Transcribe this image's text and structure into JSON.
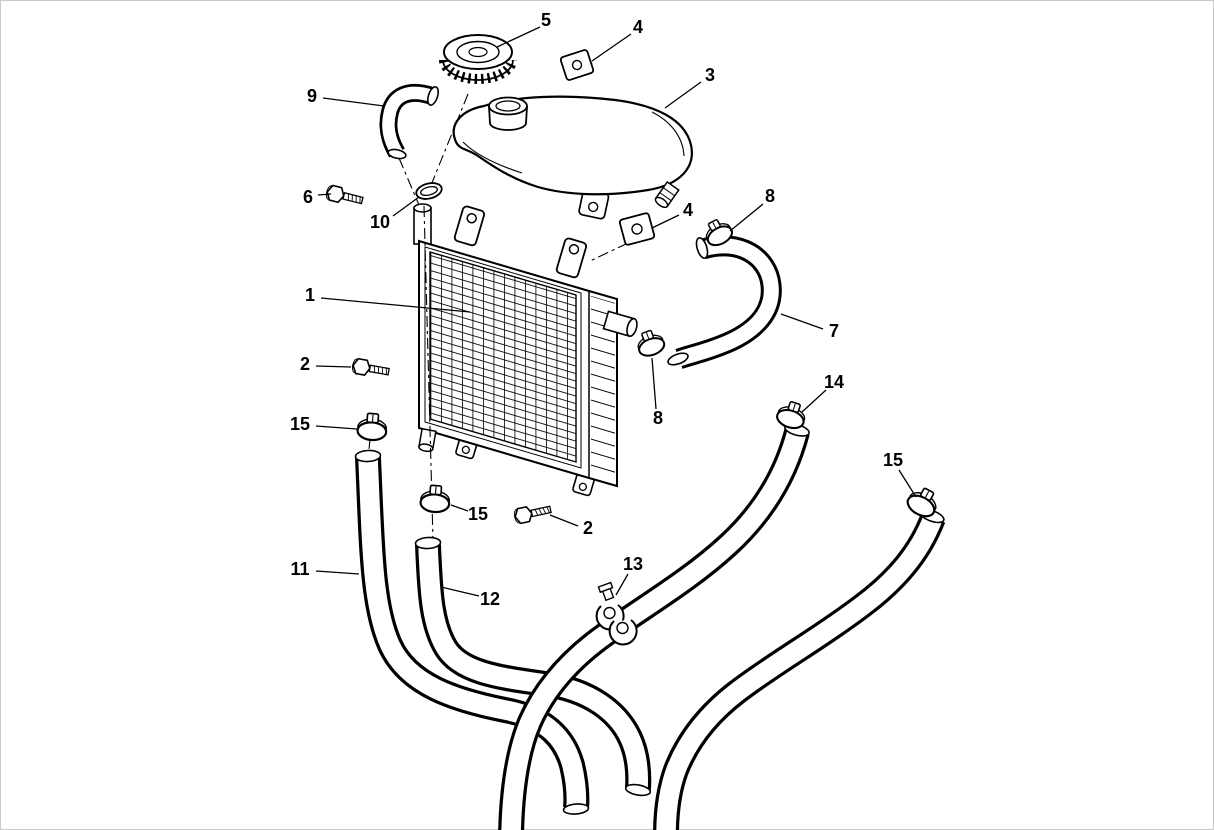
{
  "diagram": {
    "type": "exploded-parts-diagram",
    "subject": "radiator cooling system",
    "background_color": "#ffffff",
    "line_color": "#000000",
    "labels": [
      {
        "text": "5"
      },
      {
        "text": "4"
      },
      {
        "text": "3"
      },
      {
        "text": "9"
      },
      {
        "text": "6"
      },
      {
        "text": "10"
      },
      {
        "text": "4"
      },
      {
        "text": "8"
      },
      {
        "text": "1"
      },
      {
        "text": "7"
      },
      {
        "text": "2"
      },
      {
        "text": "8"
      },
      {
        "text": "14"
      },
      {
        "text": "15"
      },
      {
        "text": "15"
      },
      {
        "text": "15"
      },
      {
        "text": "2"
      },
      {
        "text": "11"
      },
      {
        "text": "12"
      },
      {
        "text": "13"
      }
    ]
  }
}
